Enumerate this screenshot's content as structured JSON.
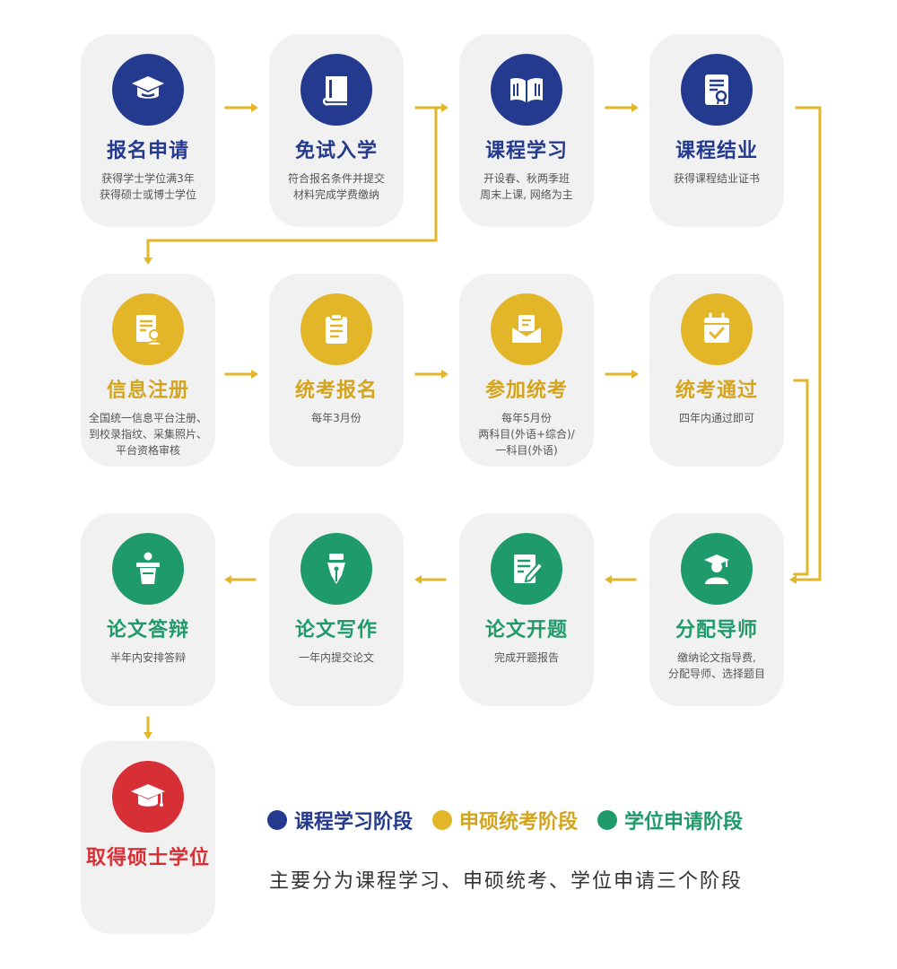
{
  "steps": [
    {
      "title": "报名申请",
      "desc": "获得学士学位满3年\n获得硕士或博士学位",
      "icon": "graduation-cap-icon"
    },
    {
      "title": "免试入学",
      "desc": "符合报名条件并提交\n材料完成学费缴纳",
      "icon": "book-icon"
    },
    {
      "title": "课程学习",
      "desc": "开设春、秋两季班\n周末上课, 网络为主",
      "icon": "open-book-icon"
    },
    {
      "title": "课程结业",
      "desc": "获得课程结业证书",
      "icon": "certificate-icon"
    },
    {
      "title": "信息注册",
      "desc": "全国统一信息平台注册、\n到校录指纹、采集照片、\n平台资格审核",
      "icon": "document-user-icon"
    },
    {
      "title": "统考报名",
      "desc": "每年3月份",
      "icon": "clipboard-icon"
    },
    {
      "title": "参加统考",
      "desc": "每年5月份\n两科目(外语+综合)/\n一科目(外语)",
      "icon": "envelope-icon"
    },
    {
      "title": "统考通过",
      "desc": "四年内通过即可",
      "icon": "calendar-check-icon"
    },
    {
      "title": "分配导师",
      "desc": "缴纳论文指导费,\n分配导师、选择题目",
      "icon": "teacher-icon"
    },
    {
      "title": "论文开题",
      "desc": "完成开题报告",
      "icon": "edit-document-icon"
    },
    {
      "title": "论文写作",
      "desc": "一年内提交论文",
      "icon": "fountain-pen-icon"
    },
    {
      "title": "论文答辩",
      "desc": "半年内安排答辩",
      "icon": "podium-speaker-icon"
    },
    {
      "title": "取得硕士学位",
      "desc": "",
      "icon": "mortarboard-icon"
    }
  ],
  "legend": [
    {
      "label": "课程学习阶段",
      "color": "#243a8f"
    },
    {
      "label": "申硕统考阶段",
      "color": "#e3b62a"
    },
    {
      "label": "学位申请阶段",
      "color": "#1f9a6a"
    }
  ],
  "summary": "主要分为课程学习、申硕统考、学位申请三个阶段",
  "colors": {
    "connector": "#e3b62a",
    "card_bg": "#f1f1f1"
  }
}
